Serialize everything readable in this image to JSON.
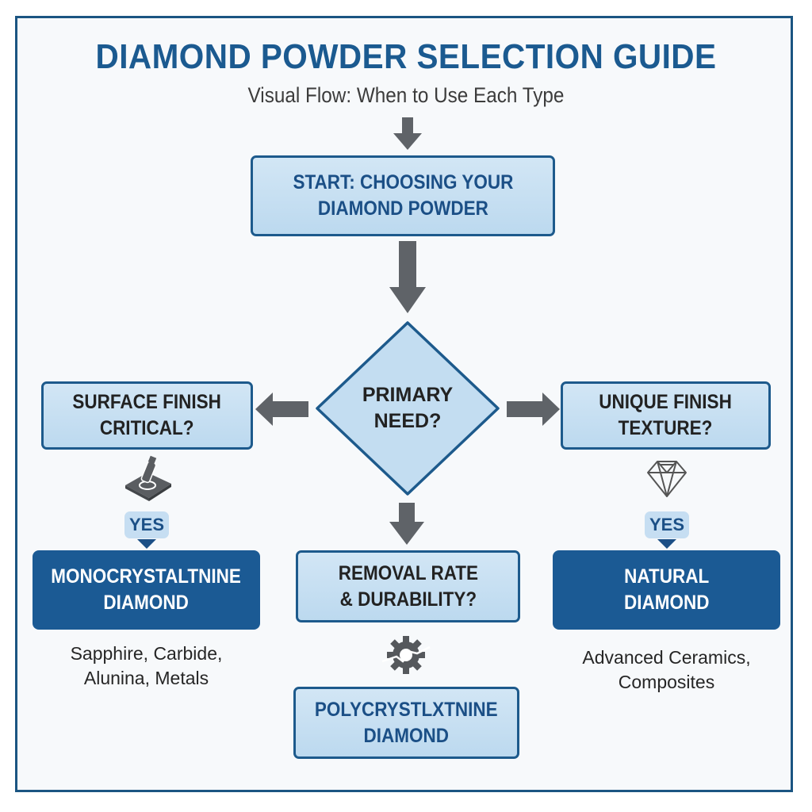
{
  "header": {
    "title": "DIAMOND POWDER SELECTION GUIDE",
    "subtitle": "Visual Flow: When to Use Each Type"
  },
  "colors": {
    "frame_border": "#1b5582",
    "title": "#1b5a90",
    "box_fill": "#c8e0f3",
    "box_border": "#1d5a8c",
    "result_fill": "#1b5a94",
    "arrow": "#5f6368"
  },
  "flow": {
    "start": {
      "label": "START: CHOOSING YOUR\nDIAMOND POWDER"
    },
    "decision": {
      "label": "PRIMARY\nNEED?"
    },
    "left_question": {
      "label": "SURFACE FINISH\nCRITICAL?",
      "icon": "polishing-pad-icon",
      "answer": "YES"
    },
    "right_question": {
      "label": "UNIQUE FINISH\nTEXTURE?",
      "icon": "gem-diamond-icon",
      "answer": "YES"
    },
    "center_question": {
      "label": "REMOVAL RATE\n& DURABILITY?",
      "icon": "gear-break-icon"
    },
    "left_result": {
      "label": "MONOCRYSTALTNINE\nDIAMOND",
      "applications": "Sapphire, Carbide,\nAlunina, Metals"
    },
    "right_result": {
      "label": "NATURAL\nDIAMOND",
      "applications": "Advanced Ceramics,\nComposites"
    },
    "center_result": {
      "label": "POLYCRYSTLXTNINE\nDIAMOND"
    }
  }
}
